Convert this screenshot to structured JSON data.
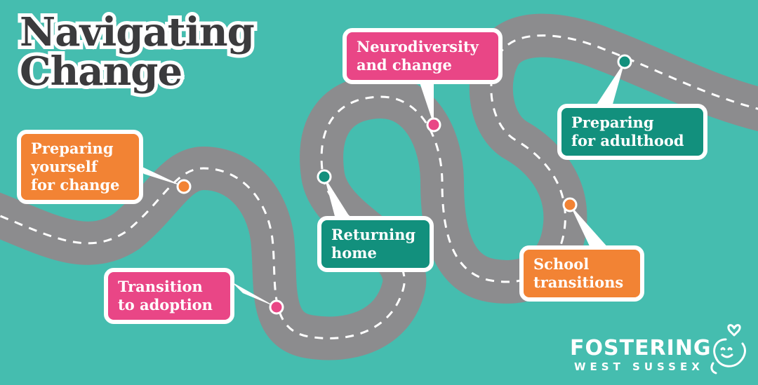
{
  "title": {
    "line1": "Navigating",
    "line2": "Change"
  },
  "stops": [
    {
      "id": "preparing-yourself",
      "label": "Preparing\nyourself\nfor change",
      "color": "#f28334"
    },
    {
      "id": "transition-to-adoption",
      "label": "Transition\nto adoption",
      "color": "#e94686"
    },
    {
      "id": "returning-home",
      "label": "Returning\nhome",
      "color": "#12907d"
    },
    {
      "id": "neurodiversity",
      "label": "Neurodiversity\nand change",
      "color": "#e94686"
    },
    {
      "id": "school-transitions",
      "label": "School\ntransitions",
      "color": "#f28334"
    },
    {
      "id": "preparing-adulthood",
      "label": "Preparing\nfor adulthood",
      "color": "#12907d"
    }
  ],
  "logo": {
    "main": "FOSTERING",
    "sub": "WEST SUSSEX",
    "mark_icon": "heart-face-icon"
  },
  "colors": {
    "background": "#45bdaf",
    "road": "#8c8c8e",
    "title": "#3b3b3d"
  }
}
